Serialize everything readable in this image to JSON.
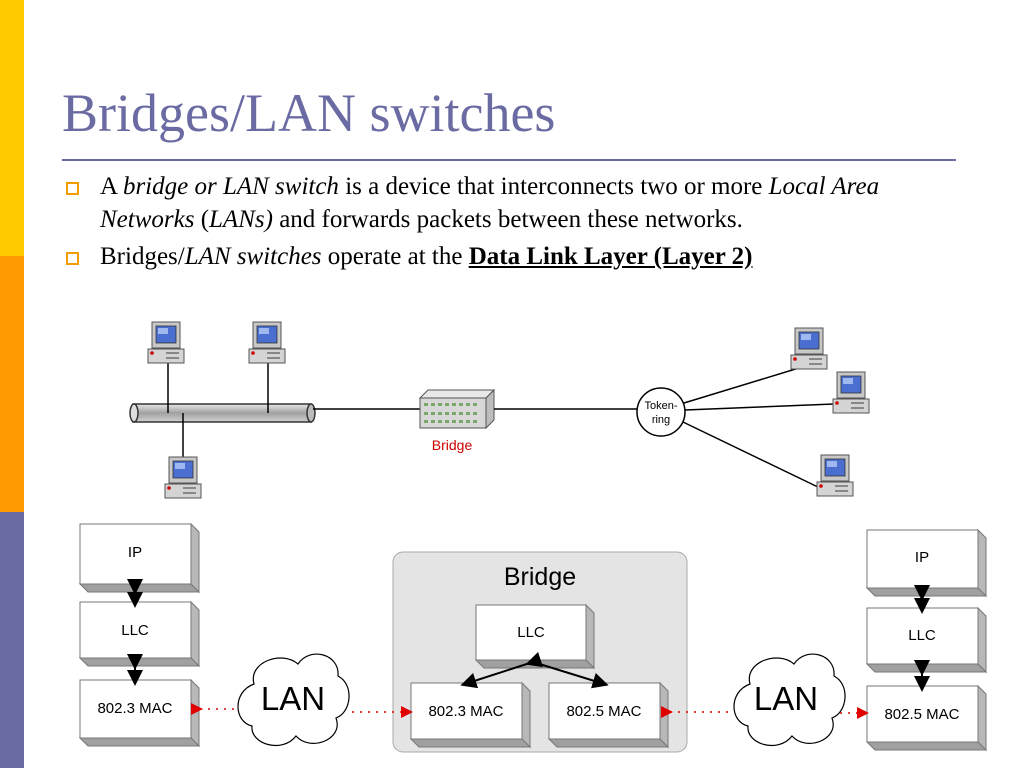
{
  "slide": {
    "title": "Bridges/LAN switches",
    "accent_colors": {
      "top": "#ffcc00",
      "middle": "#ff9900",
      "bottom": "#6b6ba3"
    }
  },
  "bullets": [
    {
      "parts": [
        {
          "text": "A ",
          "style": "normal"
        },
        {
          "text": "bridge or LAN switch",
          "style": "italic"
        },
        {
          "text": " is a device that interconnects two or more ",
          "style": "normal"
        },
        {
          "text": "Local Area Networks",
          "style": "italic"
        },
        {
          "text": " (",
          "style": "normal"
        },
        {
          "text": "LANs)",
          "style": "italic"
        },
        {
          "text": " and forwards packets between these networks.",
          "style": "normal"
        }
      ]
    },
    {
      "parts": [
        {
          "text": "Bridges/",
          "style": "normal"
        },
        {
          "text": "LAN switches",
          "style": "italic"
        },
        {
          "text": " operate at the ",
          "style": "normal"
        },
        {
          "text": "Data Link Layer (Layer 2)",
          "style": "bold-underline"
        }
      ]
    }
  ],
  "topology": {
    "bridge_label": "Bridge",
    "token_ring_label_line1": "Token-",
    "token_ring_label_line2": "ring",
    "icons": [
      "computer-icon",
      "bridge-device-icon",
      "ethernet-bus-icon",
      "token-ring-icon"
    ]
  },
  "stacks": {
    "left": {
      "ip": "IP",
      "llc": "LLC",
      "mac": "802.3 MAC"
    },
    "bridge": {
      "title": "Bridge",
      "llc": "LLC",
      "mac_left": "802.3 MAC",
      "mac_right": "802.5 MAC"
    },
    "right": {
      "ip": "IP",
      "llc": "LLC",
      "mac": "802.5 MAC"
    },
    "lan_left": "LAN",
    "lan_right": "LAN"
  }
}
